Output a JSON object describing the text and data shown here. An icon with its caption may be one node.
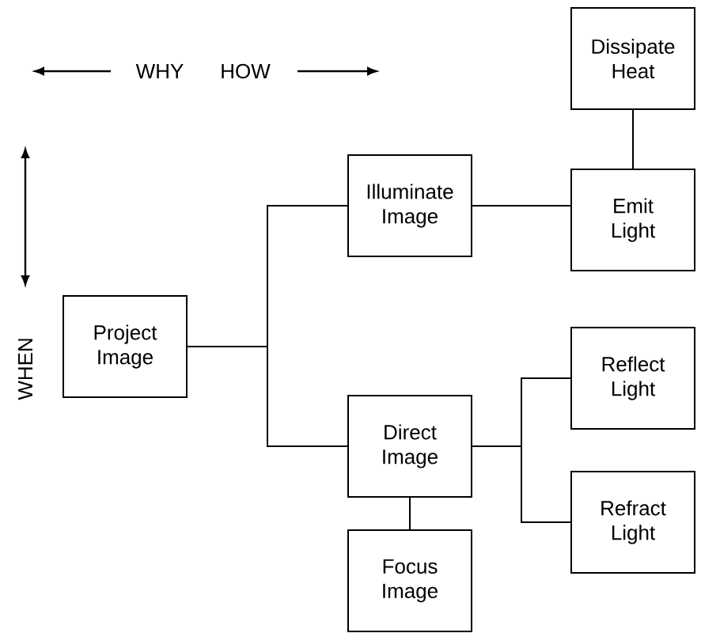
{
  "diagram": {
    "nodes": [
      {
        "text": [
          "Dissipate Heat"
        ]
      },
      {
        "text": [
          "Emit Light"
        ]
      },
      {
        "text": [
          "Illuminate Image"
        ]
      },
      {
        "text": [
          "Project Image"
        ]
      },
      {
        "text": [
          "Direct Image"
        ]
      },
      {
        "text": [
          "Reflect Light"
        ]
      },
      {
        "text": [
          "Refract Light"
        ]
      },
      {
        "text": [
          "Focus Image"
        ]
      }
    ],
    "edges": [
      {
        "from": 3,
        "to": 2,
        "arrow": "none"
      },
      {
        "from": 3,
        "to": 4,
        "arrow": "none"
      },
      {
        "from": 2,
        "to": 1,
        "arrow": "none"
      },
      {
        "from": 1,
        "to": 0,
        "arrow": "none"
      },
      {
        "from": 4,
        "to": 5,
        "arrow": "none"
      },
      {
        "from": 4,
        "to": 6,
        "arrow": "none"
      },
      {
        "from": 4,
        "to": 7,
        "arrow": "none"
      }
    ],
    "labels": [
      "WHY",
      "HOW",
      "WHEN"
    ]
  }
}
